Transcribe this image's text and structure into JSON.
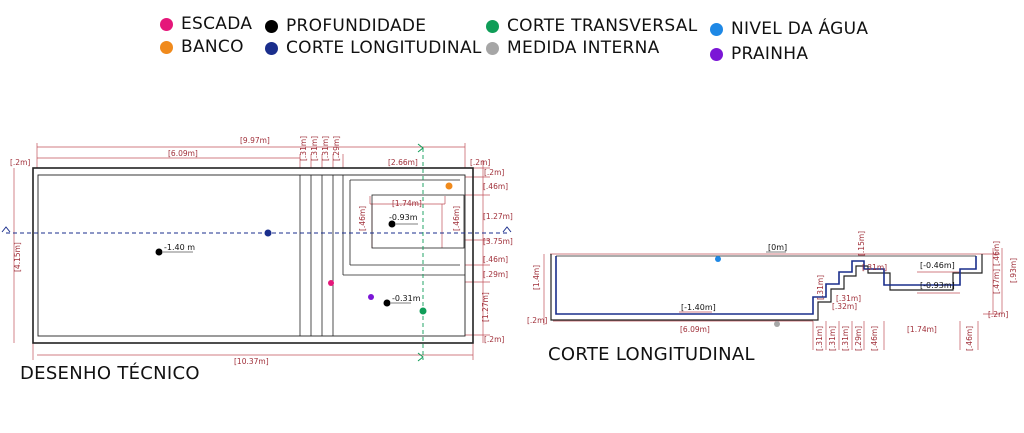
{
  "legend": {
    "escada": {
      "label": "ESCADA",
      "color": "#e5177a"
    },
    "banco": {
      "label": "BANCO",
      "color": "#f08a1c"
    },
    "profundidade": {
      "label": "PROFUNDIDADE",
      "color": "#000000"
    },
    "corte_longitudinal": {
      "label": "CORTE LONGITUDINAL",
      "color": "#1a2e8c"
    },
    "corte_transversal": {
      "label": "CORTE TRANSVERSAL",
      "color": "#0f9d58"
    },
    "medida_interna": {
      "label": "MEDIDA INTERNA",
      "color": "#a6a6a6"
    },
    "nivel_agua": {
      "label": "NIVEL DA ÁGUA",
      "color": "#1e88e5"
    },
    "prainha": {
      "label": "PRAINHA",
      "color": "#7b16d6"
    }
  },
  "desenho": {
    "title": "DESENHO TÉCNICO",
    "dims": {
      "top_total": "[9.97m]",
      "top_length": "[6.09m]",
      "step1": "[.31m]",
      "step2": "[.31m]",
      "step3": "[.31m]",
      "step4": "[.29m]",
      "right_top": "[2.66m]",
      "corner_left": "[.2m]",
      "corner_right": "[.2m]",
      "right_side_1": "[.2m]",
      "right_side_2": "[.46m]",
      "right_side_3": "[1.27m]",
      "right_side_4": "[3.75m]",
      "right_side_5": "[.46m]",
      "right_side_6": "[.29m]",
      "right_side_7": "[1.27m]",
      "right_side_8": "[.2m]",
      "left_height": "[4.15m]",
      "banco_width": "[1.74m]",
      "banco_left": "[.46m]",
      "banco_right": "[.46m]",
      "bottom_total": "[10.37m]"
    },
    "depth_labels": {
      "main": "-1.40 m",
      "banco": "-0.93m",
      "prainha": "-0.31m"
    }
  },
  "corte": {
    "title": "CORTE LONGITUDINAL",
    "dims": {
      "water": "[0m]",
      "deep": "[-1.40m]",
      "left_height": "[1.4m]",
      "left_bottom": "[.2m]",
      "length": "[6.09m]",
      "s1": "[.31m]",
      "s2": "[.31m]",
      "s3": "[.31m]",
      "s4": "[.29m]",
      "s5": "[.46m]",
      "banco_len": "[1.74m]",
      "right_w": "[.46m]",
      "step_h1": "[.31m]",
      "step_h2": "[.31m]",
      "step_h3": "[.32m]",
      "step_h4": "[.15m]",
      "step_h5": "[.31m]",
      "banco_top": "[-0.46m]",
      "banco_depth": "[-0.93m]",
      "right_h1": "[.46m]",
      "right_h2": "[.47m]",
      "right_h3": "[.93m]",
      "right_bottom": "[.2m]"
    }
  }
}
